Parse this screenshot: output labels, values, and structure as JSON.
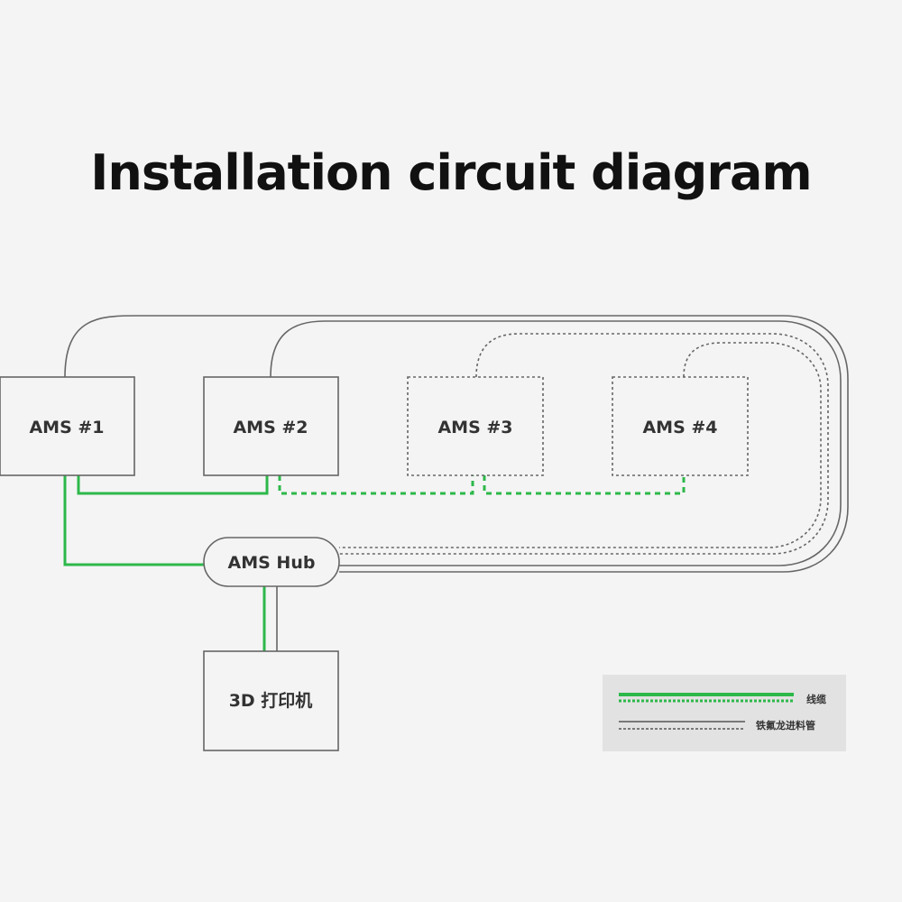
{
  "title": "Installation circuit diagram",
  "nodes": {
    "ams1": "AMS #1",
    "ams2": "AMS #2",
    "ams3": "AMS #3",
    "ams4": "AMS #4",
    "hub": "AMS Hub",
    "printer": "3D 打印机"
  },
  "legend": {
    "cable": "线缆",
    "ptfe_tube": "铁氟龙进料管"
  },
  "colors": {
    "cable": "#2db84a",
    "tube": "#555555",
    "box": "#666666",
    "legend_bg": "#e2e2e2"
  }
}
